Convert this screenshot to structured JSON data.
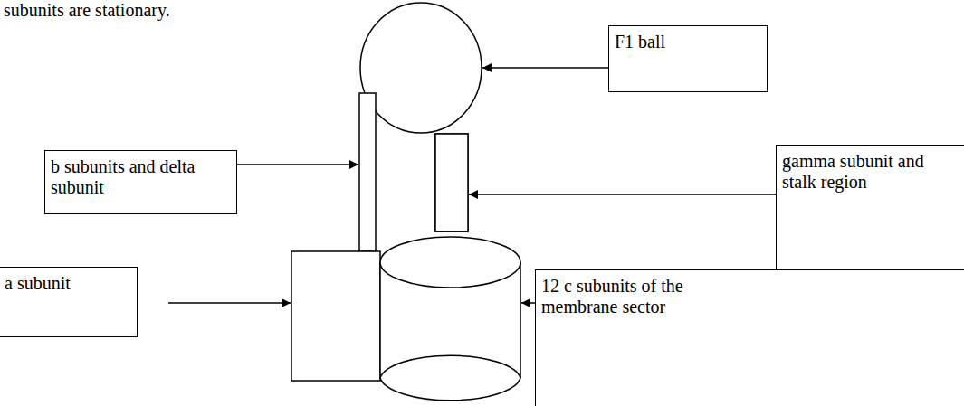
{
  "diagram": {
    "nodes": [
      {
        "text": [
          "F1 ball"
        ]
      },
      {
        "text": [
          "b subunits and delta subunit"
        ]
      },
      {
        "text": [
          "gamma subunit and stalk region"
        ]
      },
      {
        "text": [
          "a subunit"
        ]
      },
      {
        "text": [
          "12 c subunits of the membrane sector"
        ]
      }
    ],
    "labels": [
      "subunits are stationary."
    ]
  }
}
